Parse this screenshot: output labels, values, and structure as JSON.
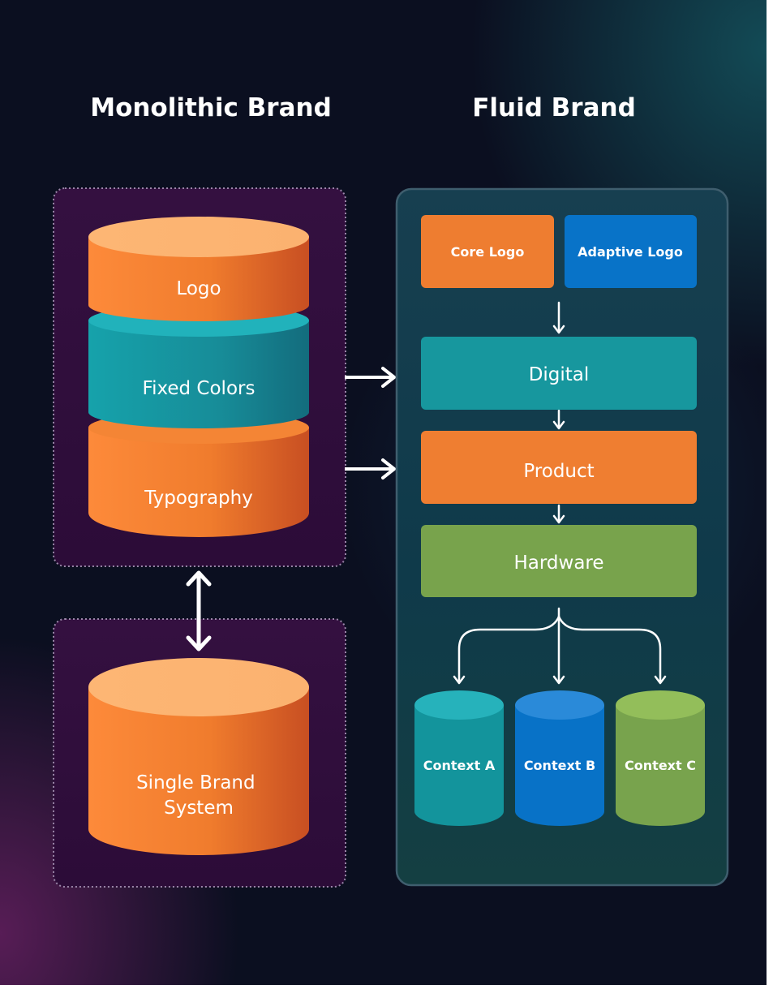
{
  "titles": {
    "monolithic": "Monolithic Brand",
    "fluid": "Fluid Brand"
  },
  "monolithic": {
    "stack": {
      "logo": "Logo",
      "fixed_colors": "Fixed Colors",
      "typography": "Typography"
    },
    "system": [
      "Single Brand",
      "System"
    ]
  },
  "fluid": {
    "logos": {
      "core": "Core Logo",
      "adaptive": "Adaptive Logo"
    },
    "layers": {
      "digital": "Digital",
      "product": "Product",
      "hardware": "Hardware"
    },
    "contexts": {
      "a": "Context A",
      "b": "Context B",
      "c": "Context C"
    }
  },
  "colors": {
    "orange": "#ef8030",
    "orange_top": "#fdb674",
    "teal": "#1a9aa3",
    "blue": "#0874c9",
    "green": "#79a34c",
    "panel": "#0f3445",
    "dotted_border": "#9a86a8"
  }
}
